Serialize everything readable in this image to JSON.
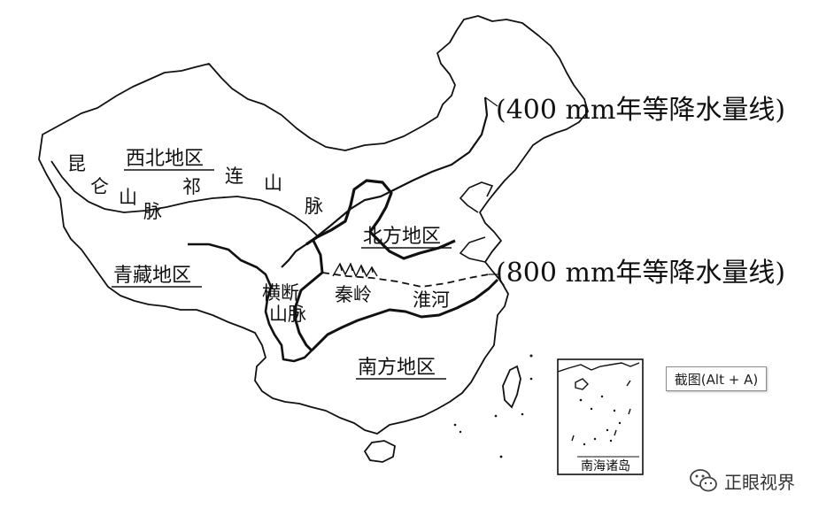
{
  "regions": {
    "northwest": "西北地区",
    "north": "北方地区",
    "qinghai_tibet": "青藏地区",
    "south": "南方地区"
  },
  "mountains": {
    "kunlun": [
      "昆",
      "仑",
      "山",
      "脉"
    ],
    "qilian": [
      "祁",
      "连",
      "山",
      "脉"
    ],
    "hengduan": [
      "横断",
      "山脉"
    ],
    "qinling": "秦岭",
    "huaihe": "淮河"
  },
  "isohyets": {
    "line_400": "(400 mm年等降水量线)",
    "line_800": "(800 mm年等降水量线)"
  },
  "inset_label": "南海诸岛",
  "tooltip": "截图(Alt + A)",
  "watermark": "正眼视界",
  "icons": [
    "mountain-icon",
    "wechat-icon"
  ]
}
